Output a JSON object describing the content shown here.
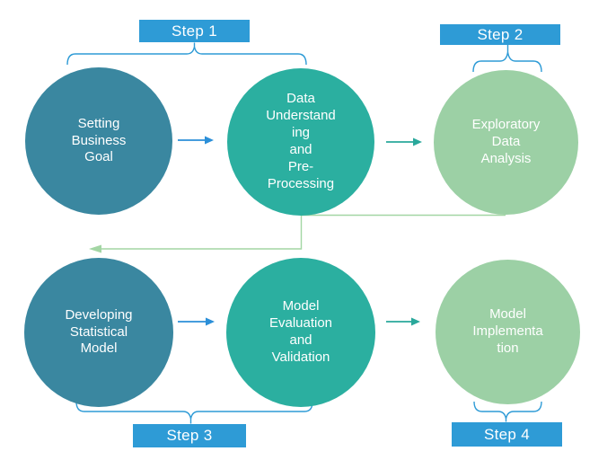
{
  "steps": [
    {
      "label": "Step 1"
    },
    {
      "label": "Step 2"
    },
    {
      "label": "Step 3"
    },
    {
      "label": "Step 4"
    }
  ],
  "circles": [
    {
      "label": "Setting\nBusiness\nGoal",
      "color": "#3a87a0"
    },
    {
      "label": "Data\nUnderstand\ning\nand\nPre-\nProcessing",
      "color": "#2bafa0"
    },
    {
      "label": "Exploratory\nData\nAnalysis",
      "color": "#9cd0a5"
    },
    {
      "label": "Developing\nStatistical\nModel",
      "color": "#3a87a0"
    },
    {
      "label": "Model\nEvaluation\nand\nValidation",
      "color": "#2bafa0"
    },
    {
      "label": "Model\nImplementa\ntion",
      "color": "#9cd0a5"
    }
  ],
  "colors": {
    "step_box": "#2e9bd6",
    "bracket": "#2e9bd6",
    "arrow_blue": "#2b8fd8",
    "arrow_teal": "#29a89b",
    "row_connector": "#a3d6a4",
    "circle_text": "#ffffff"
  }
}
